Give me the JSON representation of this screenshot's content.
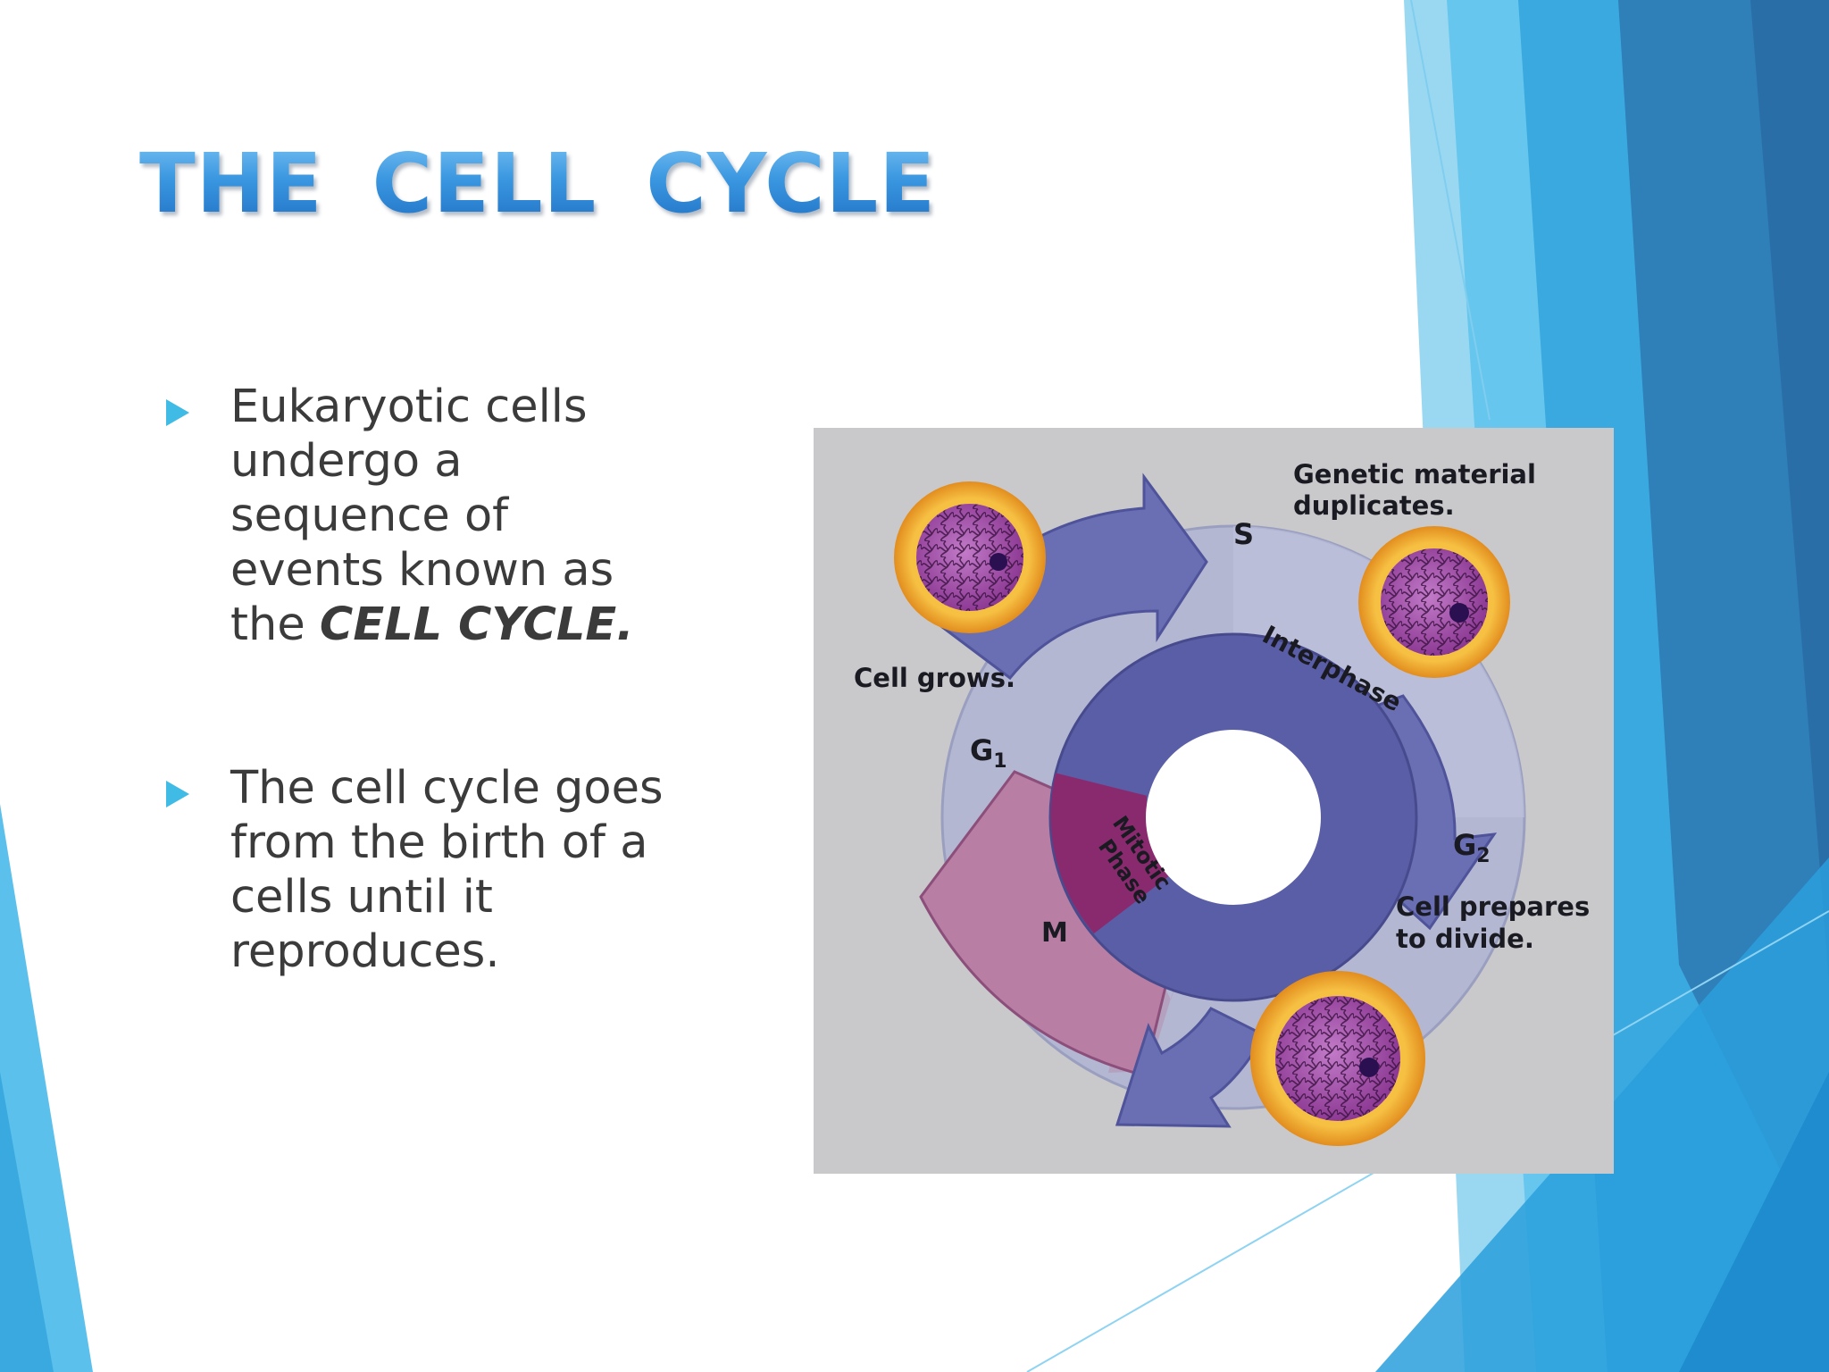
{
  "slide": {
    "title": "THE  CELL  CYCLE",
    "bullets": [
      {
        "lines": [
          "Eukaryotic cells",
          "undergo a",
          "sequence of",
          "events known as"
        ],
        "last_prefix": "the ",
        "last_emphasis": "CELL CYCLE."
      },
      {
        "lines": [
          "The cell cycle goes",
          "from the birth of a",
          "cells until it",
          "reproduces."
        ]
      }
    ]
  },
  "diagram": {
    "labels": {
      "s_phase": "S",
      "genetic_1": "Genetic material",
      "genetic_2": "duplicates.",
      "interphase": "Interphase",
      "cell_grows": "Cell grows.",
      "g1": "G",
      "g1_sub": "1",
      "g2": "G",
      "g2_sub": "2",
      "prepares_1": "Cell prepares",
      "prepares_2": "to divide.",
      "mitotic": "Mitotic",
      "phase": "Phase",
      "m_phase": "M"
    }
  },
  "colors": {
    "title_blue": "#2f8fdc",
    "bullet_arrow": "#3fbbe6",
    "body_text": "#3b3b3b",
    "interphase_ring": "#5a5ea6",
    "mitotic_segment": "#8a2a6e",
    "cell_membrane": "#f0a92c",
    "nucleus": "#a24aa6"
  }
}
